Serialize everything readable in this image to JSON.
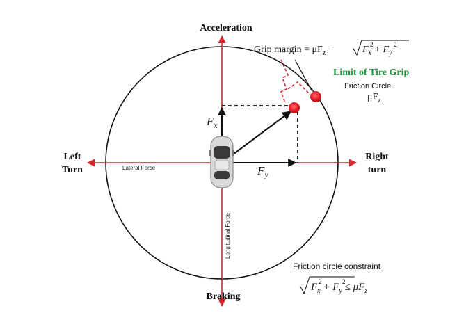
{
  "labels": {
    "acceleration": "Acceleration",
    "braking": "Braking",
    "left_turn_line1": "Left",
    "left_turn_line2": "Turn",
    "right_turn_line1": "Right",
    "right_turn_line2": "turn",
    "lateral_force": "Lateral Force",
    "longitudinal_force": "Longitudinal Force",
    "fx": "F",
    "fx_sub": "x",
    "fy": "F",
    "fy_sub": "y",
    "grip_margin_text": "Grip margin = μF",
    "grip_margin_sub": "z",
    "grip_margin_minus": " − ",
    "grip_margin_root": "F",
    "grip_margin_root_x": "x",
    "grip_margin_root_plus": " + F",
    "grip_margin_root_y": "y",
    "limit_of_tire_grip": "Limit of Tire Grip",
    "friction_circle": "Friction  Circle",
    "friction_circle_mu": "μF",
    "friction_circle_mu_sub": "z",
    "constraint_title": "Friction circle constraint",
    "constraint_f1": "F",
    "constraint_x": "x",
    "constraint_plus": " + F",
    "constraint_y": "y",
    "constraint_leq": " ≤ μF",
    "constraint_z": "z",
    "sq": "2"
  },
  "colors": {
    "axis_red": "#d9262e",
    "limit_green": "#1a9a3c",
    "dot_red": "#e8202a",
    "black": "#111111",
    "car_body": "#cfcfcf"
  },
  "icons": {
    "car": "car-top-view-icon"
  }
}
